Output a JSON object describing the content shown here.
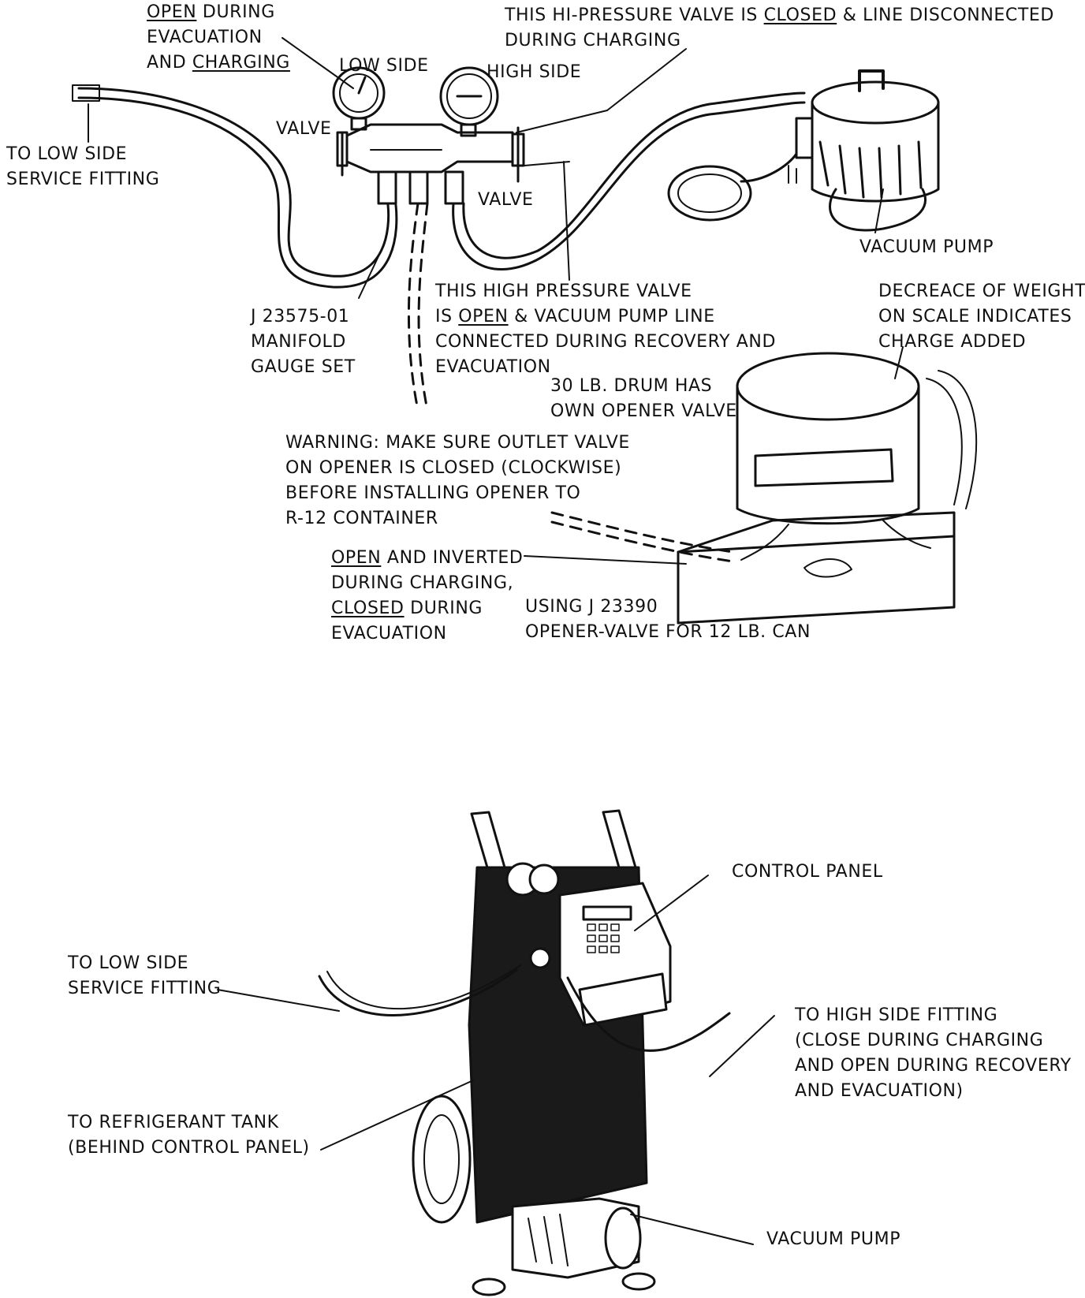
{
  "top_diagram": {
    "open_evac": {
      "line1_u": "OPEN",
      "line1_rest": " DURING",
      "line2": "EVACUATION",
      "line3_pre": "AND ",
      "line3_u": "CHARGING"
    },
    "hi_closed": {
      "line1_pre": "THIS HI-PRESSURE VALVE IS ",
      "line1_u": "CLOSED",
      "line1_post": " & LINE DISCONNECTED",
      "line2": "DURING CHARGING"
    },
    "low_side": "LOW SIDE",
    "high_side": "HIGH SIDE",
    "valve_left": "VALVE",
    "valve_right": "VALVE",
    "to_low_side": [
      "TO LOW SIDE",
      "SERVICE FITTING"
    ],
    "vacuum_pump": "VACUUM PUMP",
    "manifold": [
      "J 23575-01",
      "MANIFOLD",
      "GAUGE SET"
    ],
    "hp_open": {
      "line1": "THIS HIGH PRESSURE VALVE",
      "line2_pre": "IS ",
      "line2_u": "OPEN",
      "line2_post": " & VACUUM PUMP LINE",
      "line3": "CONNECTED DURING RECOVERY AND",
      "line4": "EVACUATION"
    },
    "decrease": [
      "DECREACE OF WEIGHT",
      "ON SCALE INDICATES",
      "CHARGE ADDED"
    ],
    "drum": [
      "30 LB. DRUM HAS",
      "OWN OPENER VALVE"
    ],
    "warning": [
      "WARNING: MAKE SURE OUTLET VALVE",
      "ON OPENER IS CLOSED (CLOCKWISE)",
      "BEFORE INSTALLING OPENER TO",
      "R-12 CONTAINER"
    ],
    "open_inverted": {
      "line1_u": "OPEN",
      "line1_rest": " AND INVERTED",
      "line2": "DURING CHARGING,",
      "line3_u": "CLOSED",
      "line3_rest": " DURING",
      "line4": "EVACUATION"
    },
    "using": [
      "USING J 23390",
      "OPENER-VALVE FOR 12 LB. CAN"
    ]
  },
  "bottom_diagram": {
    "control_panel": "CONTROL PANEL",
    "to_low_side": [
      "TO LOW SIDE",
      "SERVICE FITTING"
    ],
    "to_high_side": [
      "TO HIGH SIDE FITTING",
      "(CLOSE DURING CHARGING",
      "AND OPEN DURING RECOVERY",
      "AND EVACUATION)"
    ],
    "to_tank": [
      "TO REFRIGERANT TANK",
      "(BEHIND CONTROL PANEL)"
    ],
    "vacuum_pump": "VACUUM PUMP"
  }
}
